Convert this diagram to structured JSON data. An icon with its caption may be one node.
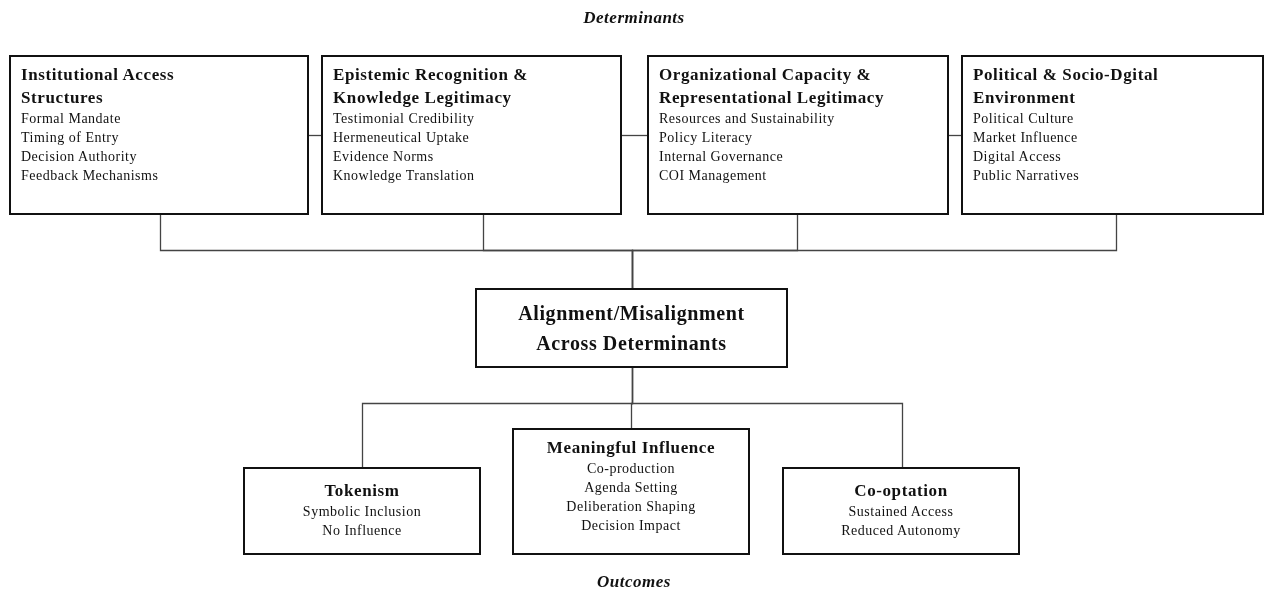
{
  "diagram": {
    "title": "Determinants",
    "caption": "Outcomes",
    "nodes": [
      {
        "text": [
          "Institutional Access Structures",
          "Formal Mandate",
          "Timing of Entry",
          "Decision Authority",
          "Feedback Mechanisms"
        ]
      },
      {
        "text": [
          "Epistemic Recognition & Knowledge Legitimacy",
          "Testimonial Credibility",
          "Hermeneutical Uptake",
          "Evidence Norms",
          "Knowledge Translation"
        ]
      },
      {
        "text": [
          "Organizational Capacity & Representational Legitimacy",
          "Resources and Sustainability",
          "Policy Literacy",
          "Internal Governance",
          "COI Management"
        ]
      },
      {
        "text": [
          "Political & Socio-Dgital Environment",
          "Political Culture",
          "Market Influence",
          "Digital Access",
          "Public Narratives"
        ]
      },
      {
        "text": [
          "Alignment/Misalignment Across Determinants"
        ]
      },
      {
        "text": [
          "Tokenism",
          "Symbolic Inclusion",
          "No Influence"
        ]
      },
      {
        "text": [
          "Meaningful Influence",
          "Co-production",
          "Agenda Setting",
          "Deliberation Shaping",
          "Decision Impact"
        ]
      },
      {
        "text": [
          "Co-optation",
          "Sustained Access",
          "Reduced Autonomy"
        ]
      }
    ],
    "edges": [
      {
        "from": 0,
        "to": 1,
        "arrow": "none"
      },
      {
        "from": 1,
        "to": 2,
        "arrow": "none"
      },
      {
        "from": 2,
        "to": 3,
        "arrow": "none"
      },
      {
        "from": 0,
        "to": 4,
        "arrow": "none"
      },
      {
        "from": 1,
        "to": 4,
        "arrow": "none"
      },
      {
        "from": 2,
        "to": 4,
        "arrow": "none"
      },
      {
        "from": 3,
        "to": 4,
        "arrow": "none"
      },
      {
        "from": 4,
        "to": 5,
        "arrow": "none"
      },
      {
        "from": 4,
        "to": 6,
        "arrow": "none"
      },
      {
        "from": 4,
        "to": 7,
        "arrow": "none"
      }
    ]
  }
}
